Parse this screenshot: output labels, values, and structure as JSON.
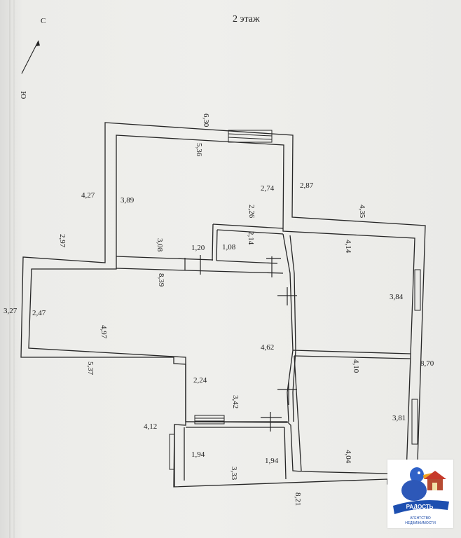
{
  "title": "2 этаж",
  "compass": {
    "north": "С",
    "south": "Ю"
  },
  "dimensions": {
    "top_width": "6,30",
    "room1_width": "5,36",
    "left_upper_outer": "4,27",
    "room1_depth": "3,89",
    "room1_right_depth": "2,74",
    "right_step_outer": "2,87",
    "right_upper_outer": "4,35",
    "left_step_outer": "2,97",
    "room1_lower_width": "3,08",
    "wc_width": "2,26",
    "bath_depth": "2,14",
    "bath_width": "1,08",
    "door_gap": "1,20",
    "room_r1_width": "4,14",
    "room_r1_depth": "3,84",
    "hall_width": "8,39",
    "left_outer": "3,27",
    "hall_depth": "2,47",
    "hall_inner": "4,97",
    "corridor_length": "4,62",
    "right_outer": "8,70",
    "room_r2_width": "4,10",
    "lower_left_outer": "5,37",
    "corridor_width": "2,24",
    "stair_gap": "3,42",
    "room_r2_depth": "3,81",
    "lower_outer": "4,12",
    "small_room_depth_left": "1,94",
    "small_room_depth_right": "1,94",
    "small_room_width": "3,33",
    "room_r2_lower": "4,04",
    "bottom_outer": "8,21"
  },
  "logo": {
    "brand": "РАДОСТЬ",
    "line1": "АГЕНТСТВО",
    "line2": "НЕДВИЖИМОСТИ"
  }
}
